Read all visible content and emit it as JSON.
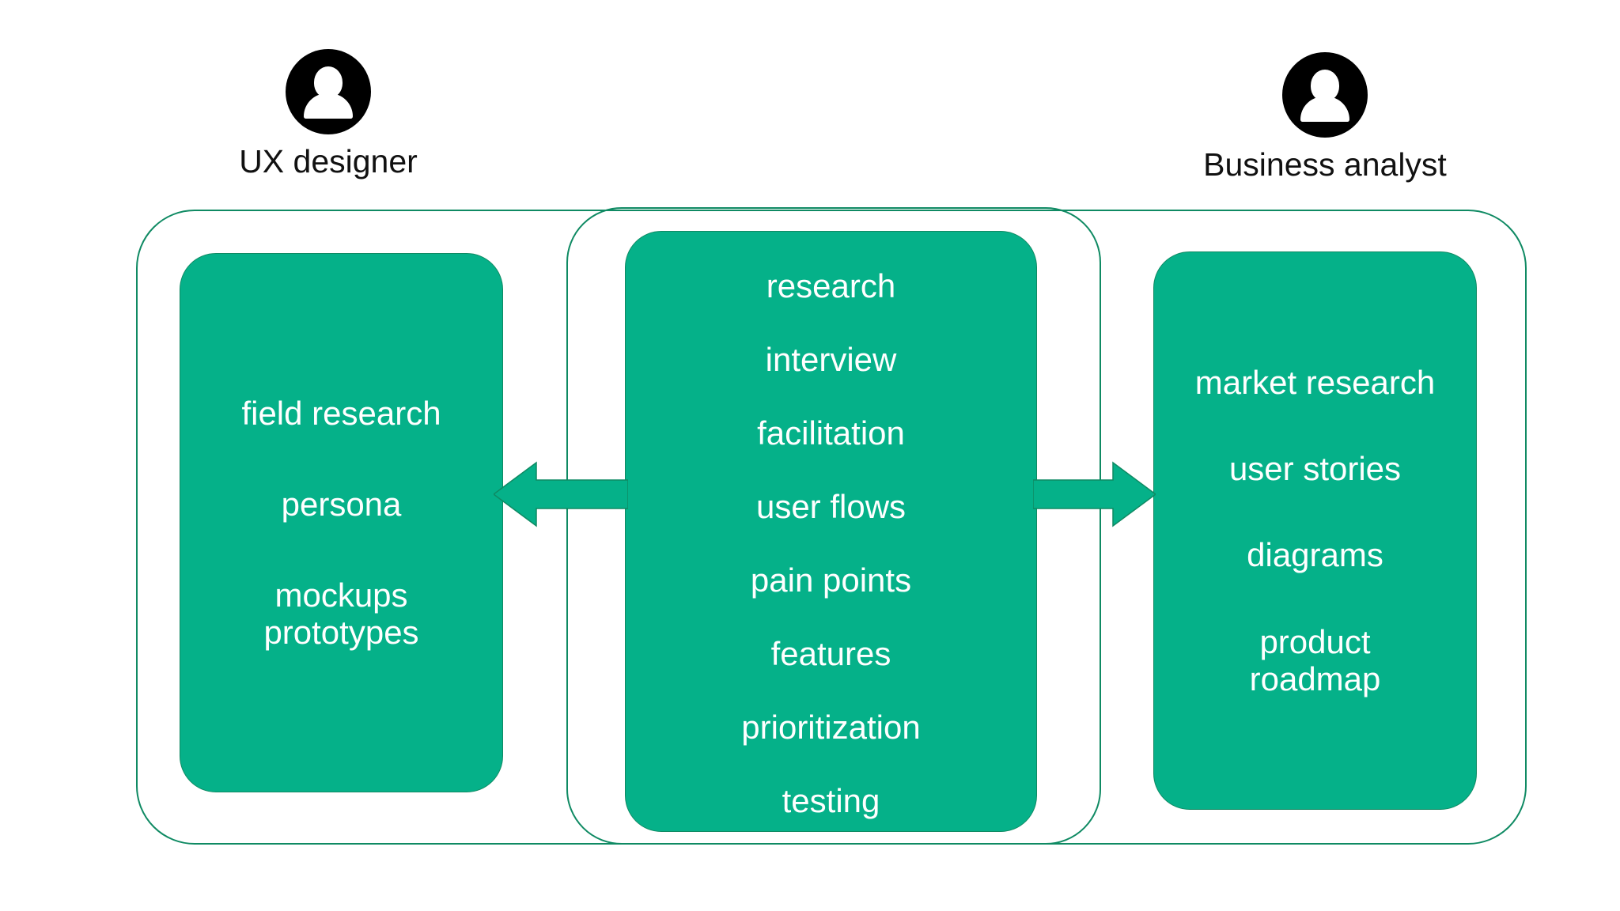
{
  "diagram": {
    "type": "role-collaboration",
    "palette": {
      "box_fill": "#05b189",
      "outline": "#0f8a63",
      "text_on_box": "#ffffff",
      "avatar": "#000000",
      "background": "#ffffff"
    },
    "roles": [
      {
        "id": "ux-designer",
        "label": "UX designer",
        "icon": "person-avatar-icon"
      },
      {
        "id": "business-analyst",
        "label": "Business analyst",
        "icon": "person-avatar-icon"
      }
    ],
    "columns": {
      "left": {
        "owner": "UX designer",
        "items": [
          "field research",
          "persona",
          "mockups\nprototypes"
        ]
      },
      "center": {
        "owner": "shared",
        "items": [
          "research",
          "interview",
          "facilitation",
          "user flows",
          "pain points",
          "features",
          "prioritization",
          "testing"
        ]
      },
      "right": {
        "owner": "Business analyst",
        "items": [
          "market research",
          "user stories",
          "diagrams",
          "product\nroadmap"
        ]
      }
    },
    "connectors": [
      {
        "id": "center-to-left",
        "icon": "arrow-left-icon",
        "direction": "left",
        "from": "center",
        "to": "left"
      },
      {
        "id": "center-to-right",
        "icon": "arrow-right-icon",
        "direction": "right",
        "from": "center",
        "to": "right"
      }
    ]
  }
}
